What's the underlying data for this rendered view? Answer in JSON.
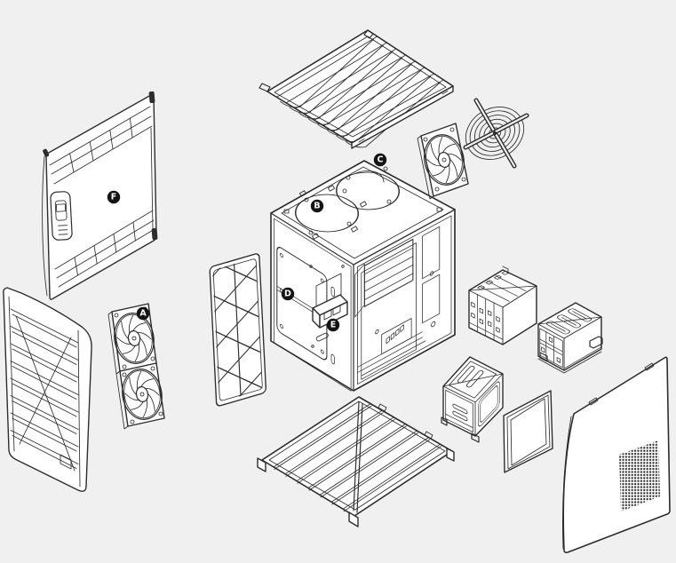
{
  "diagram": {
    "background": "#f0f0f0",
    "line_color": "#2d2d2d",
    "panel_fill": "#ffffff",
    "callout_bg": "#141414",
    "callout_text_color": "#ffffff",
    "callouts": [
      {
        "letter": "A"
      },
      {
        "letter": "B"
      },
      {
        "letter": "C"
      },
      {
        "letter": "D"
      },
      {
        "letter": "E"
      },
      {
        "letter": "F"
      }
    ]
  }
}
